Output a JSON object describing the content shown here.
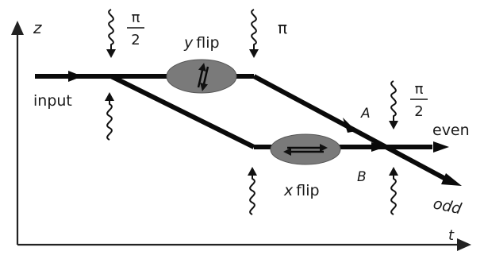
{
  "axes": {
    "vertical_label": "z",
    "horizontal_label": "t"
  },
  "labels": {
    "input": "input",
    "y_flip_var": "y",
    "y_flip_word": "flip",
    "x_flip_var": "x",
    "x_flip_word": "flip",
    "arm_a": "A",
    "arm_b": "B",
    "output_even": "even",
    "output_odd": "odd"
  },
  "pulses": {
    "first_top": {
      "numerator": "π",
      "denominator": "2"
    },
    "mirror_top": {
      "symbol": "π"
    },
    "final_top": {
      "numerator": "π",
      "denominator": "2"
    }
  },
  "colors": {
    "path": "#0a0a0a",
    "flip_ellipse": "#7a7a7a"
  }
}
